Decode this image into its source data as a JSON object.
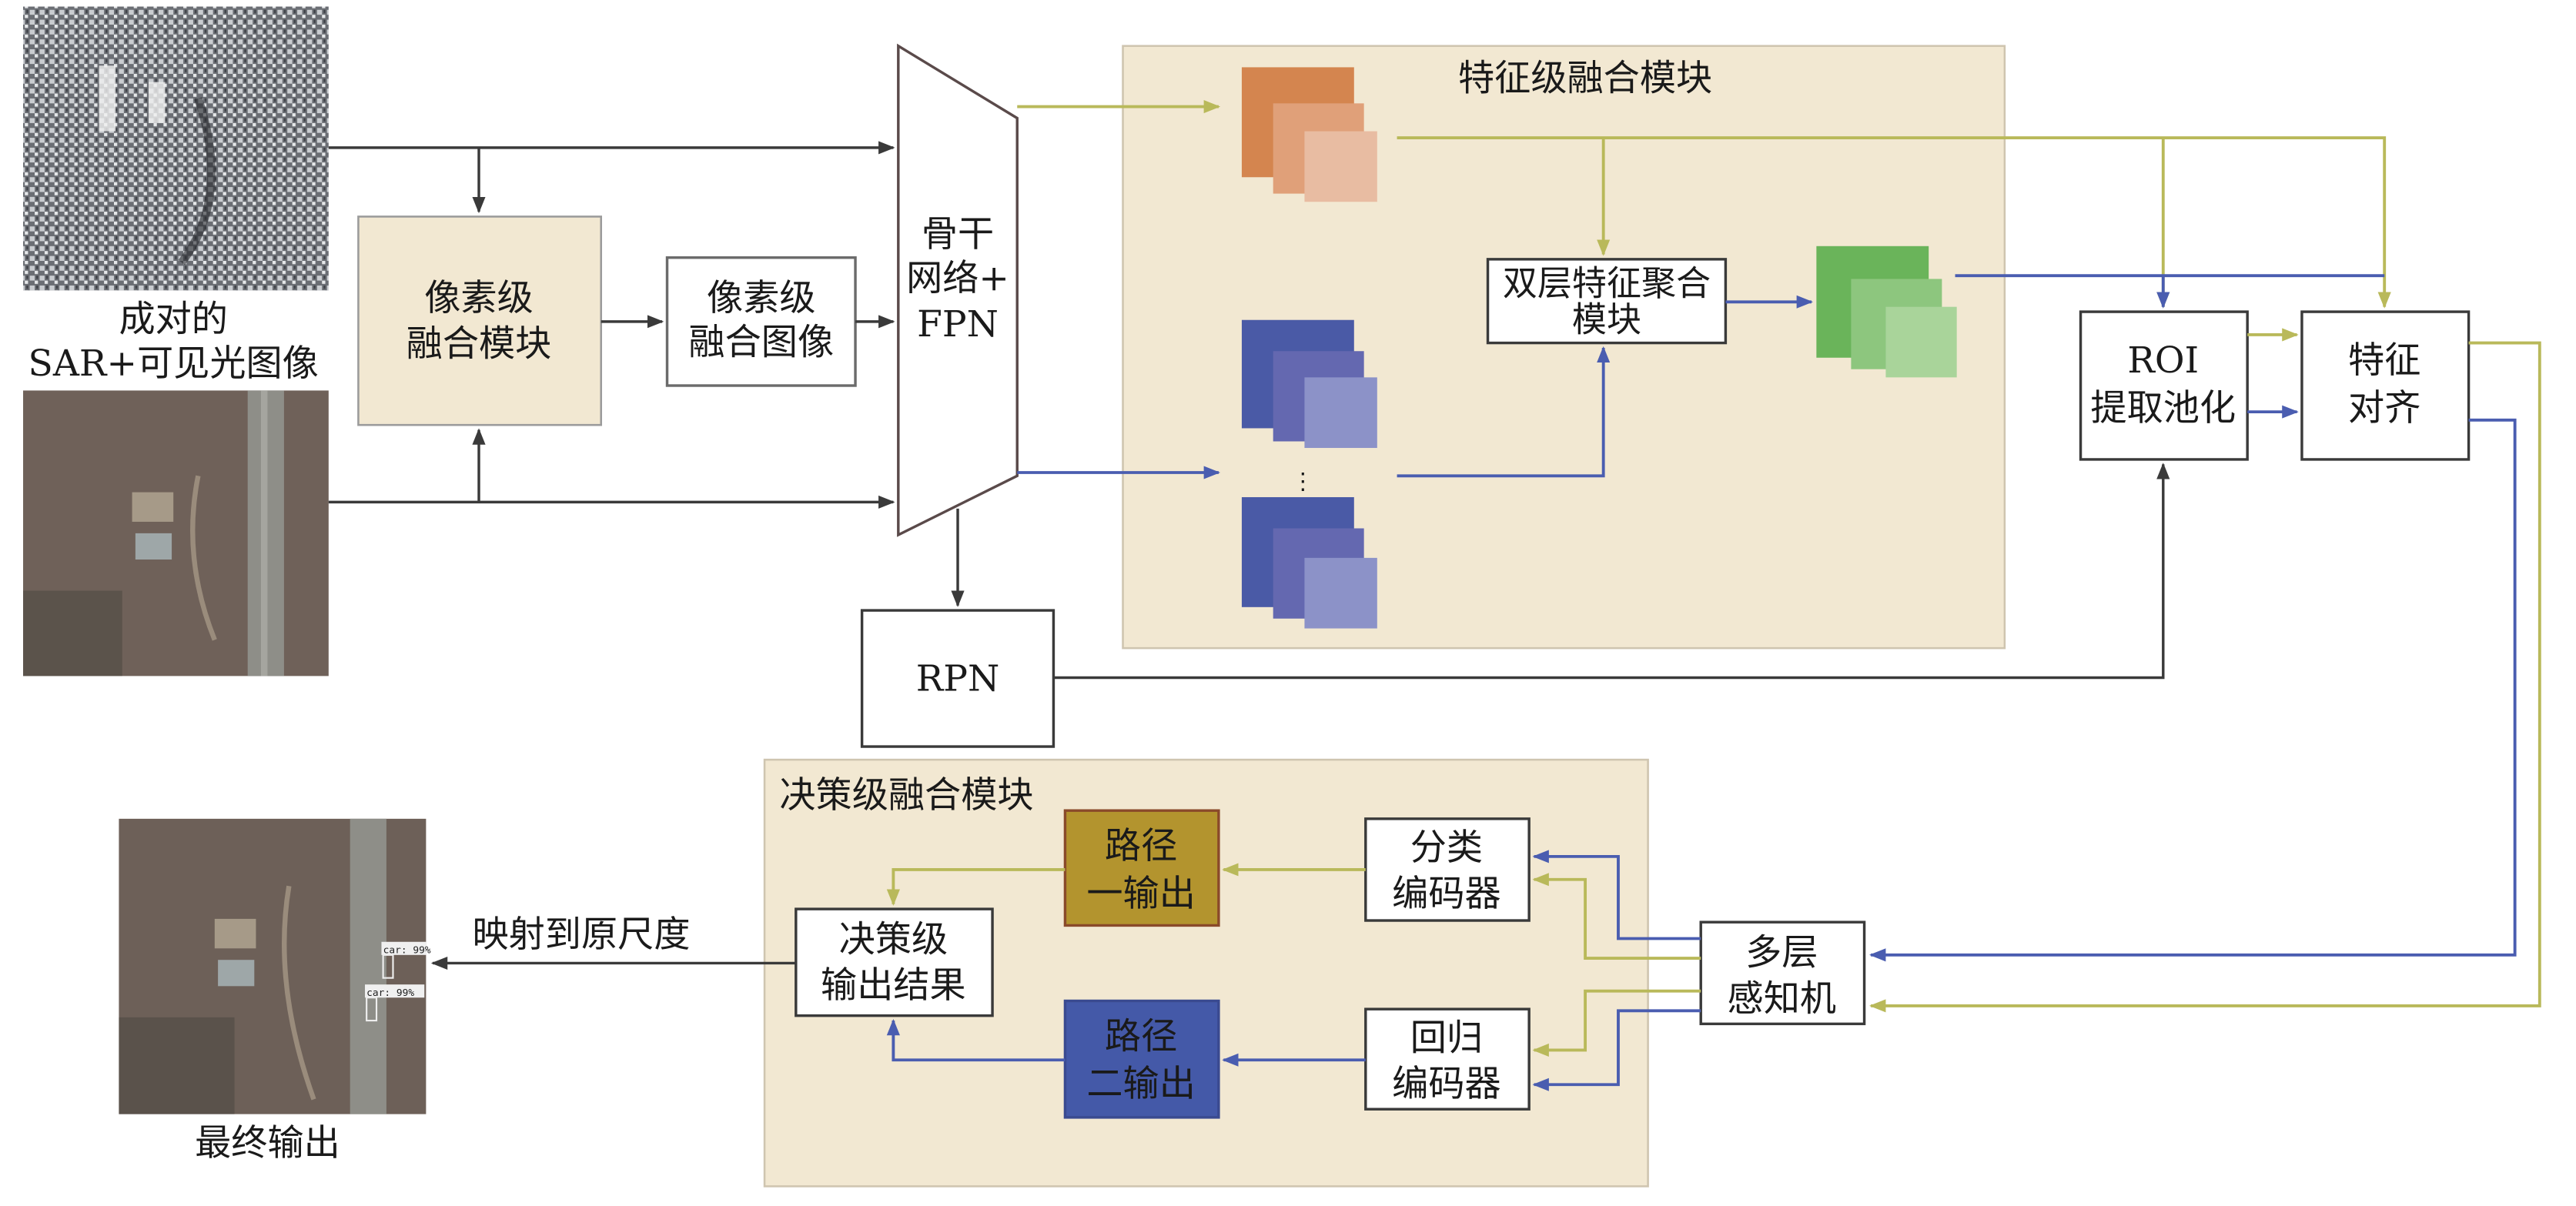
{
  "inputs": {
    "caption_line1": "成对的",
    "caption_line2": "SAR+可见光图像",
    "sar_image": "sar-image",
    "optical_image": "optical-image"
  },
  "pixel_module": {
    "line1": "像素级",
    "line2": "融合模块"
  },
  "pixel_image": {
    "line1": "像素级",
    "line2": "融合图像"
  },
  "backbone": {
    "line1": "骨干",
    "line2": "网络+",
    "line3": "FPN"
  },
  "rpn": {
    "label": "RPN"
  },
  "feature_module": {
    "title": "特征级融合模块",
    "aggregation_line1": "双层特征聚合",
    "aggregation_line2": "模块",
    "colors": {
      "orange_stack": [
        "#d4854f",
        "#e0a079",
        "#e8bca2"
      ],
      "blue_stack": [
        "#4a5aa6",
        "#6468b0",
        "#8c92c8"
      ],
      "green_stack": [
        "#6ab45a",
        "#8dc67e",
        "#a9d49a"
      ]
    }
  },
  "roi": {
    "line1": "ROI",
    "line2": "提取池化"
  },
  "align": {
    "line1": "特征",
    "line2": "对齐"
  },
  "mlp": {
    "line1": "多层",
    "line2": "感知机"
  },
  "decision_module": {
    "title": "决策级融合模块",
    "cls_encoder_line1": "分类",
    "cls_encoder_line2": "编码器",
    "reg_encoder_line1": "回归",
    "reg_encoder_line2": "编码器",
    "path1_line1": "路径",
    "path1_line2": "一输出",
    "path2_line1": "路径",
    "path2_line2": "二输出",
    "result_line1": "决策级",
    "result_line2": "输出结果",
    "colors": {
      "path1": "#b3942e",
      "path2": "#4459a8"
    }
  },
  "output": {
    "map_label": "映射到原尺度",
    "caption": "最终输出",
    "detections": [
      "car: 99%",
      "car: 99%"
    ]
  },
  "line_colors": {
    "black": "#3a3a3a",
    "yellow": "#b9b95a",
    "blue": "#4a5db0"
  }
}
